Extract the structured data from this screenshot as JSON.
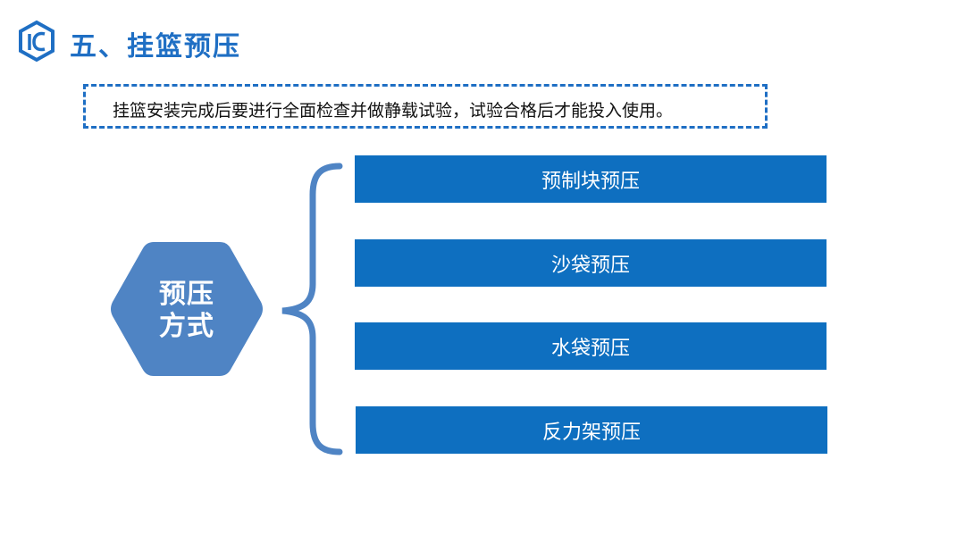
{
  "header": {
    "title": "五、挂篮预压"
  },
  "notice": {
    "text": "挂篮安装完成后要进行全面检查并做静载试验，试验合格后才能投入使用。"
  },
  "diagram": {
    "center_label_line1": "预压",
    "center_label_line2": "方式",
    "methods": [
      {
        "label": "预制块预压"
      },
      {
        "label": "沙袋预压"
      },
      {
        "label": "水袋预压"
      },
      {
        "label": "反力架预压"
      }
    ]
  },
  "colors": {
    "title": "#1f6fc4",
    "box_fill": "#0e6fc0",
    "hexagon_fill": "#4f84c4",
    "brace_stroke": "#4f84c4",
    "dashed_border": "#1f6fc4"
  }
}
